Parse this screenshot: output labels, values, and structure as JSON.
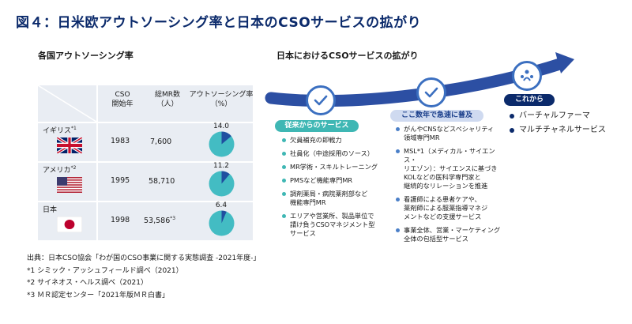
{
  "title": "図４：日米欧アウトソーシング率と日本のCSOサービスの拡がり",
  "left": {
    "title": "各国アウトソーシング率",
    "headers": {
      "start_year": "CSO\n開始年",
      "mr_count": "総MR数\n（人）",
      "rate": "アウトソーシング率\n（%）"
    },
    "rows": [
      {
        "country": "イギリス",
        "note": "*1",
        "flag": "uk-flag",
        "year": "1983",
        "mr": "7,600",
        "mr_note": "",
        "rate_label": "14.0"
      },
      {
        "country": "アメリカ",
        "note": "*2",
        "flag": "us-flag",
        "year": "1995",
        "mr": "58,710",
        "mr_note": "",
        "rate_label": "11.2"
      },
      {
        "country": "日本",
        "note": "",
        "flag": "jp-flag",
        "year": "1998",
        "mr": "53,586",
        "mr_note": "*3",
        "rate_label": "6.4"
      }
    ]
  },
  "chart_data": {
    "type": "pie",
    "title": "アウトソーシング率（%）",
    "categories": [
      "イギリス",
      "アメリカ",
      "日本"
    ],
    "values": [
      14.0,
      11.2,
      6.4
    ],
    "colors": {
      "share": "#1f4fa0",
      "rest": "#43bcc3"
    }
  },
  "right": {
    "title": "日本におけるCSOサービスの拡がり",
    "stages": [
      {
        "label": "従来からのサービス",
        "icon": "check-icon",
        "bg": "#3fb7b4",
        "fg": "#ffffff"
      },
      {
        "label": "ここ数年で急速に普及",
        "icon": "check-icon",
        "bg": "#cfdaf0",
        "fg": "#1b3f8b"
      },
      {
        "label": "これから",
        "icon": "team-icon",
        "bg": "#0b2a6b",
        "fg": "#ffffff"
      }
    ],
    "bullets_1": [
      "欠員補充の即戦力",
      "社員化（中途採用のソース）",
      "MR学術・スキルトレーニング",
      "PMSなど機能専門MR",
      "調剤薬局・病院薬剤部など\n機能専門MR",
      "エリアや営業所、製品単位で\n請け負うCSOマネジメント型\nサービス"
    ],
    "bullets_2": [
      "がんやCNSなどスペシャリティ\n領域専門MR",
      "MSL*1（メディカル・サイエンス・\nリエゾン）：サイエンスに基づき\nKOLなどの医科学専門家と\n継続的なリレーションを推進",
      "看護師による患者ケアや、\n薬剤師による服薬指導マネジ\nメントなどの支援サービス",
      "事業全体、営業・マーケティング\n全体の包括型サービス"
    ],
    "bullets_3": [
      "バーチャルファーマ",
      "マルチチャネルサービス"
    ]
  },
  "footnotes": [
    "出典：日本CSO協会「わが国のCSO事業に関する実態調査 -2021年度-」",
    "*1 シミック・アッシュフィールド調べ（2021）",
    "*2 サイネオス・ヘルス調べ（2021）",
    "*3 ＭＲ認定センター「2021年版ＭＲ白書」"
  ],
  "colors": {
    "arrow": "#2c4fa3",
    "arrow_light": "#3a63b8",
    "table_bg": "#e9edf3",
    "title": "#0b2a6b"
  }
}
